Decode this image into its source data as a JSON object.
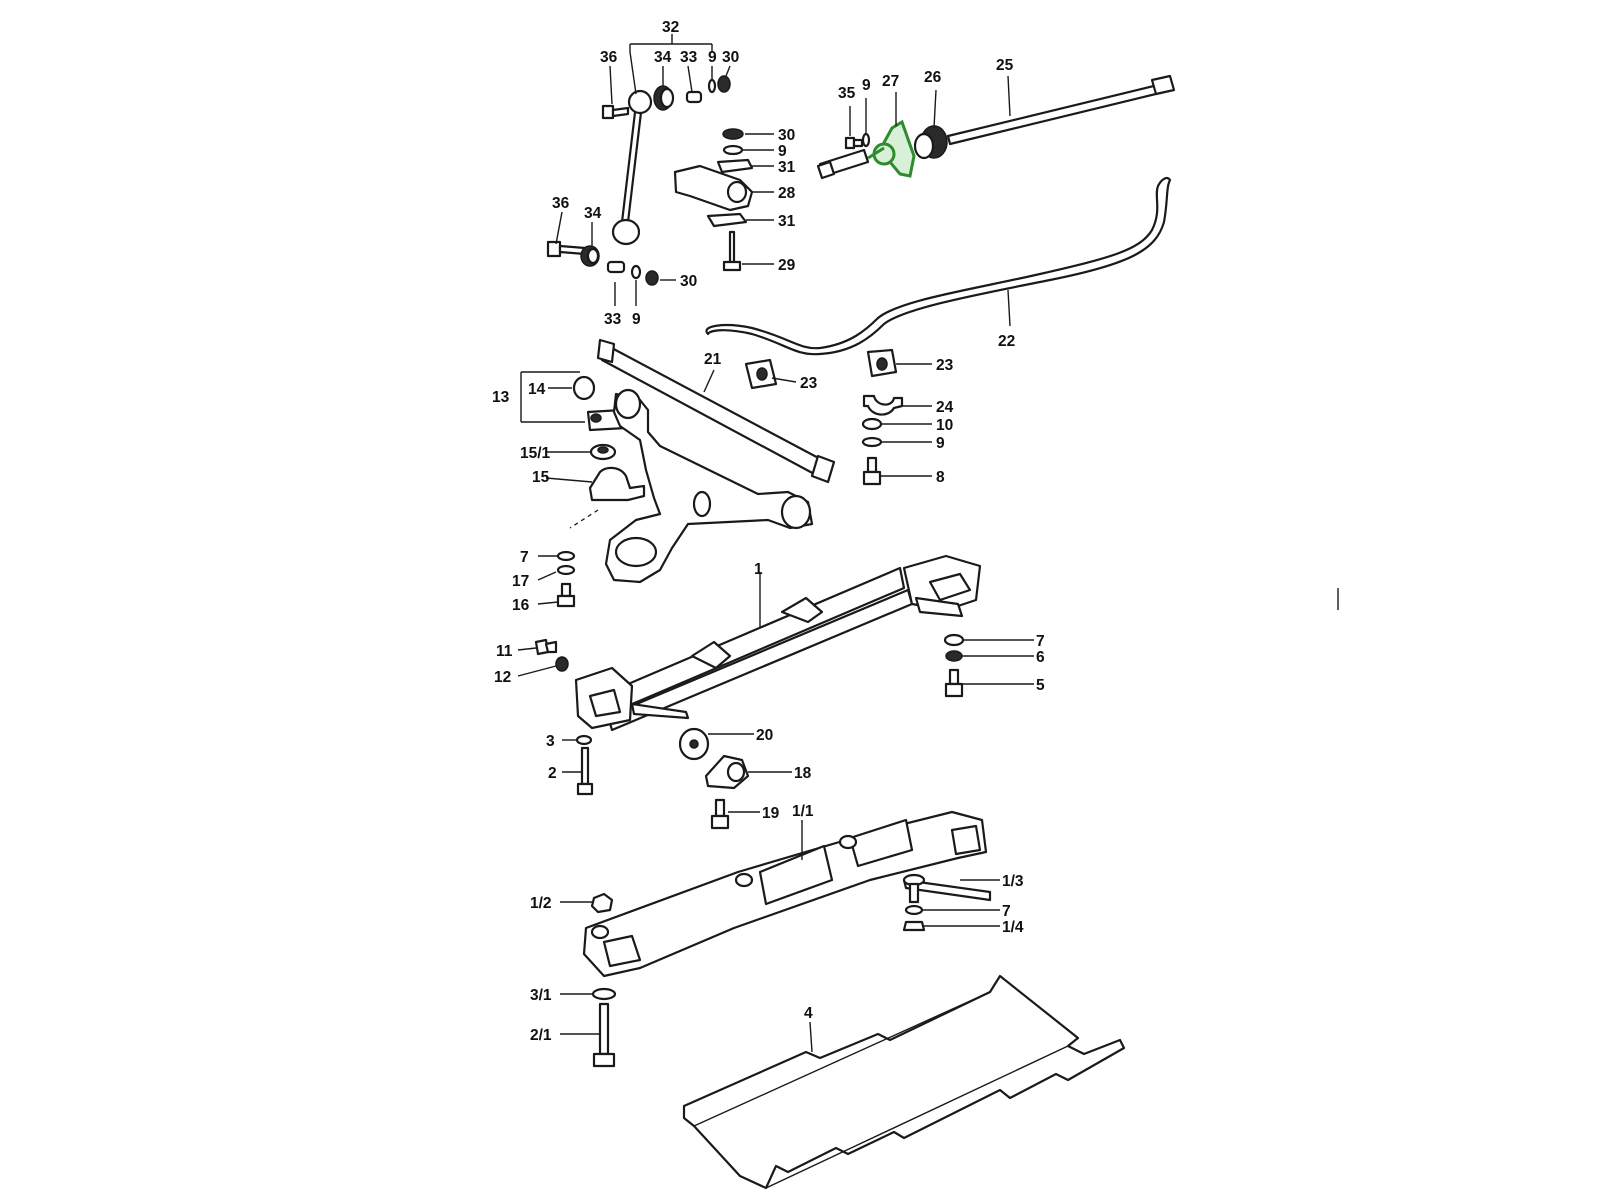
{
  "diagram": {
    "highlight_color": "#2e8b2e",
    "highlighted_part": "27",
    "labels": {
      "p1": "1",
      "p1_1": "1/1",
      "p1_2": "1/2",
      "p1_3": "1/3",
      "p1_4": "1/4",
      "p2": "2",
      "p2_1": "2/1",
      "p3": "3",
      "p3_1": "3/1",
      "p4": "4",
      "p5": "5",
      "p6": "6",
      "p7a": "7",
      "p7b": "7",
      "p7c": "7",
      "p8": "8",
      "p9a": "9",
      "p9b": "9",
      "p9c": "9",
      "p9d": "9",
      "p10": "10",
      "p11": "11",
      "p12": "12",
      "p13": "13",
      "p14": "14",
      "p15": "15",
      "p15_1": "15/1",
      "p16": "16",
      "p17": "17",
      "p18": "18",
      "p19": "19",
      "p20": "20",
      "p21": "21",
      "p22": "22",
      "p23a": "23",
      "p23b": "23",
      "p24": "24",
      "p25": "25",
      "p26": "26",
      "p27": "27",
      "p28": "28",
      "p29": "29",
      "p30a": "30",
      "p30b": "30",
      "p30c": "30",
      "p31a": "31",
      "p31b": "31",
      "p32": "32",
      "p33a": "33",
      "p33b": "33",
      "p34a": "34",
      "p34b": "34",
      "p35": "35",
      "p36a": "36",
      "p36b": "36"
    }
  }
}
